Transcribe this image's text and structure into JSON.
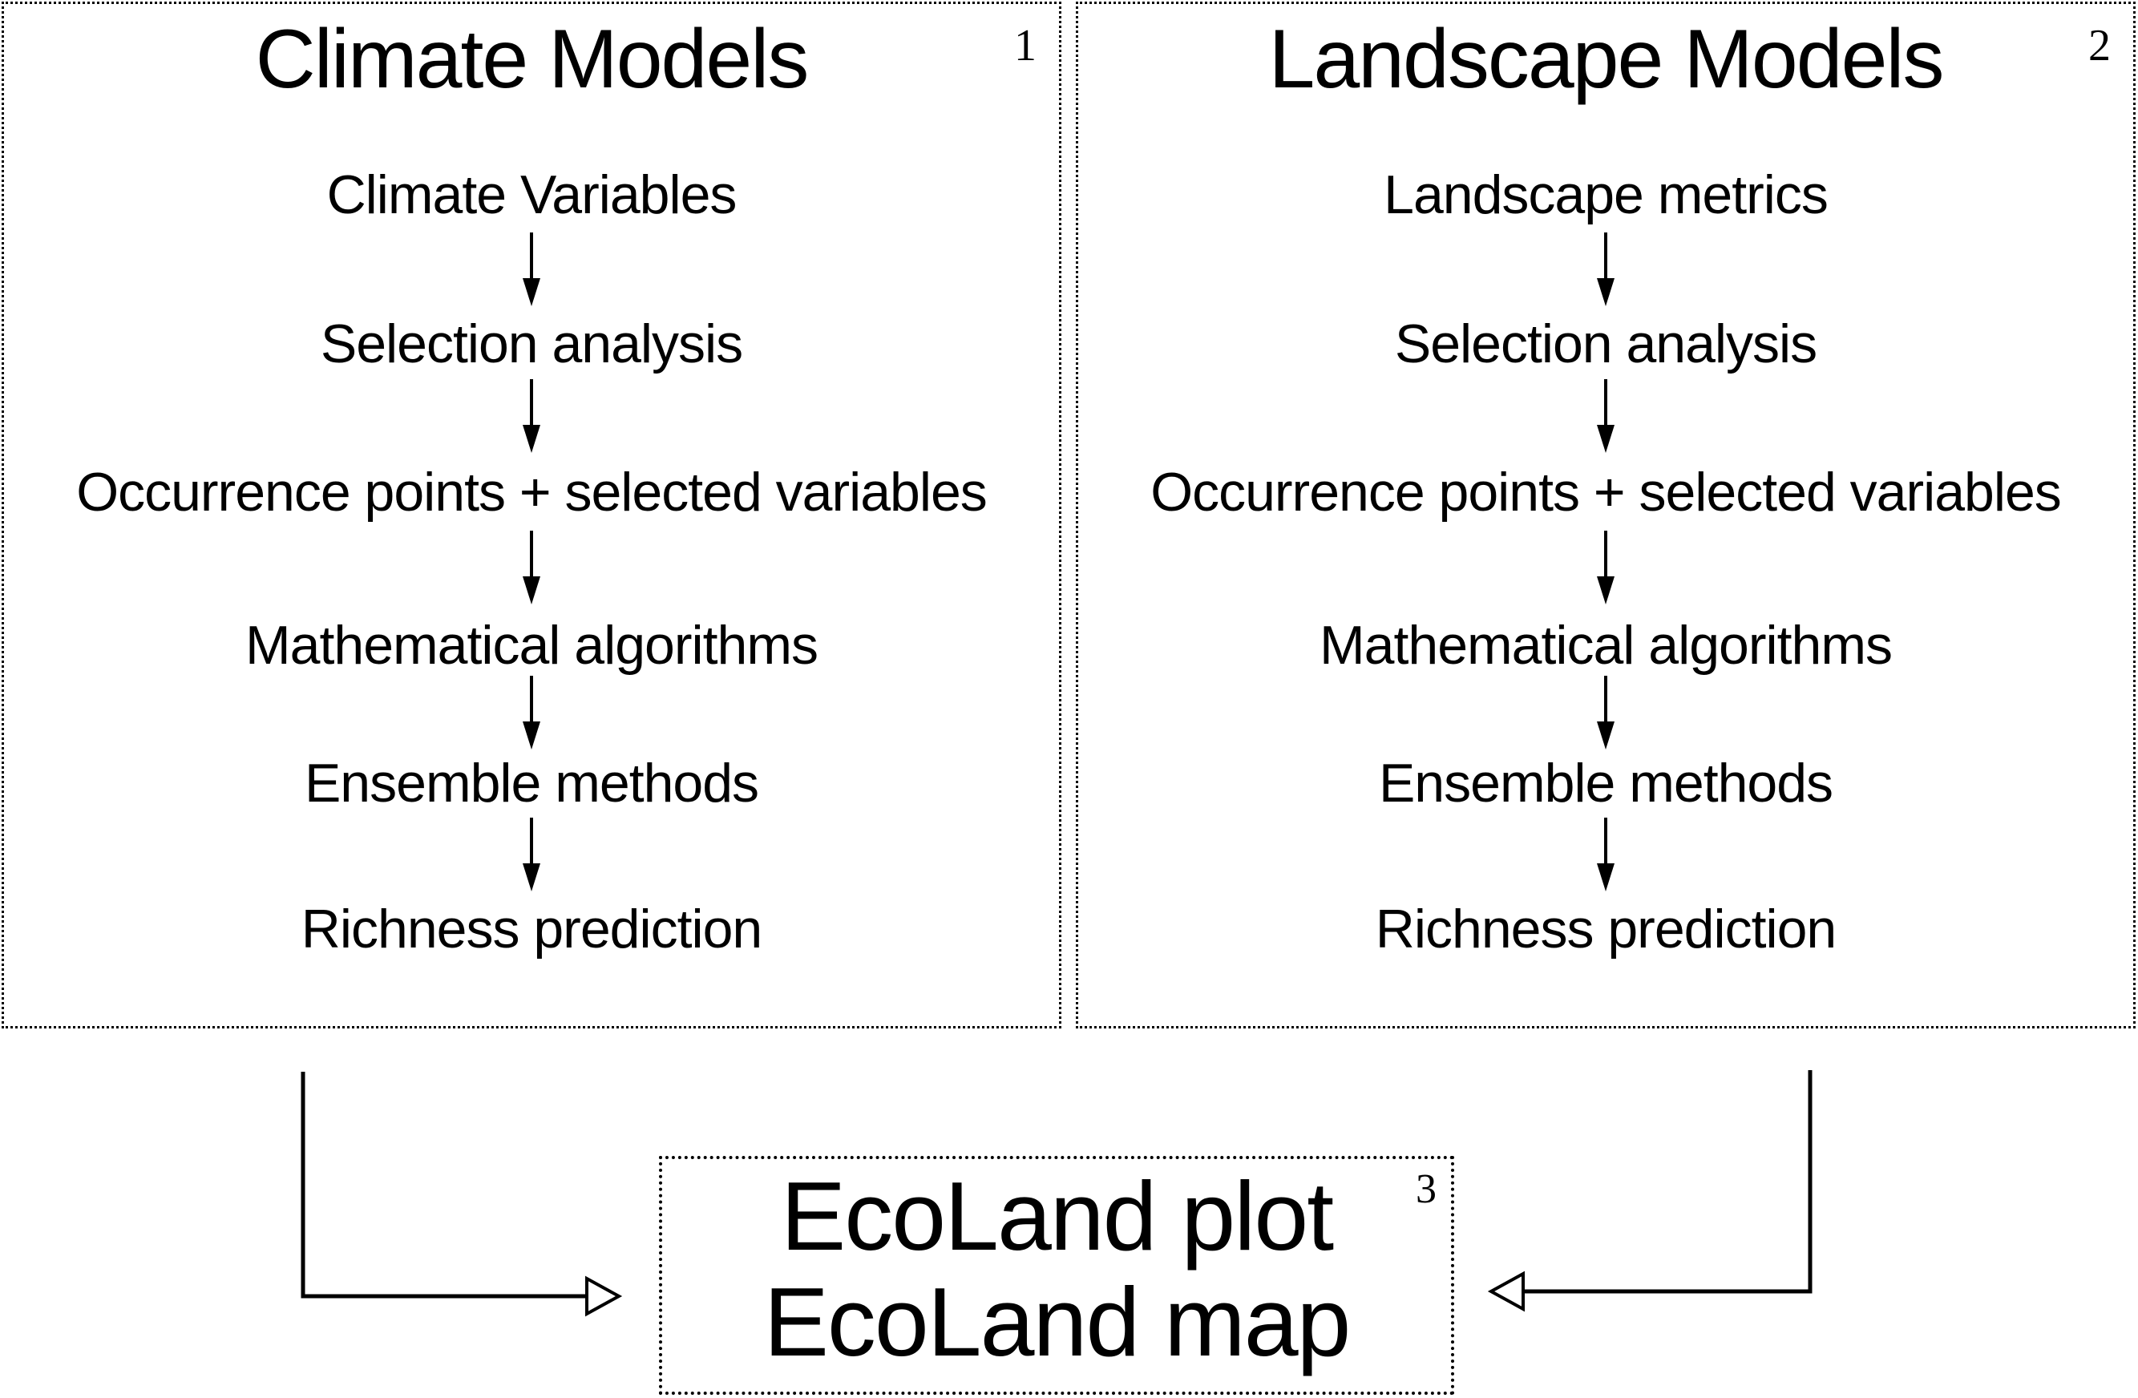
{
  "page": {
    "background_color": "#ffffff",
    "ink_color": "#000000"
  },
  "climate_box": {
    "number": "1",
    "title": "Climate Models",
    "steps": [
      "Climate Variables",
      "Selection analysis",
      "Occurrence points + selected variables",
      "Mathematical algorithms",
      "Ensemble methods",
      "Richness prediction"
    ]
  },
  "landscape_box": {
    "number": "2",
    "title": "Landscape Models",
    "steps": [
      "Landscape metrics",
      "Selection analysis",
      "Occurrence points + selected variables",
      "Mathematical algorithms",
      "Ensemble methods",
      "Richness prediction"
    ]
  },
  "output_box": {
    "number": "3",
    "line1": "EcoLand plot",
    "line2": "EcoLand map"
  }
}
